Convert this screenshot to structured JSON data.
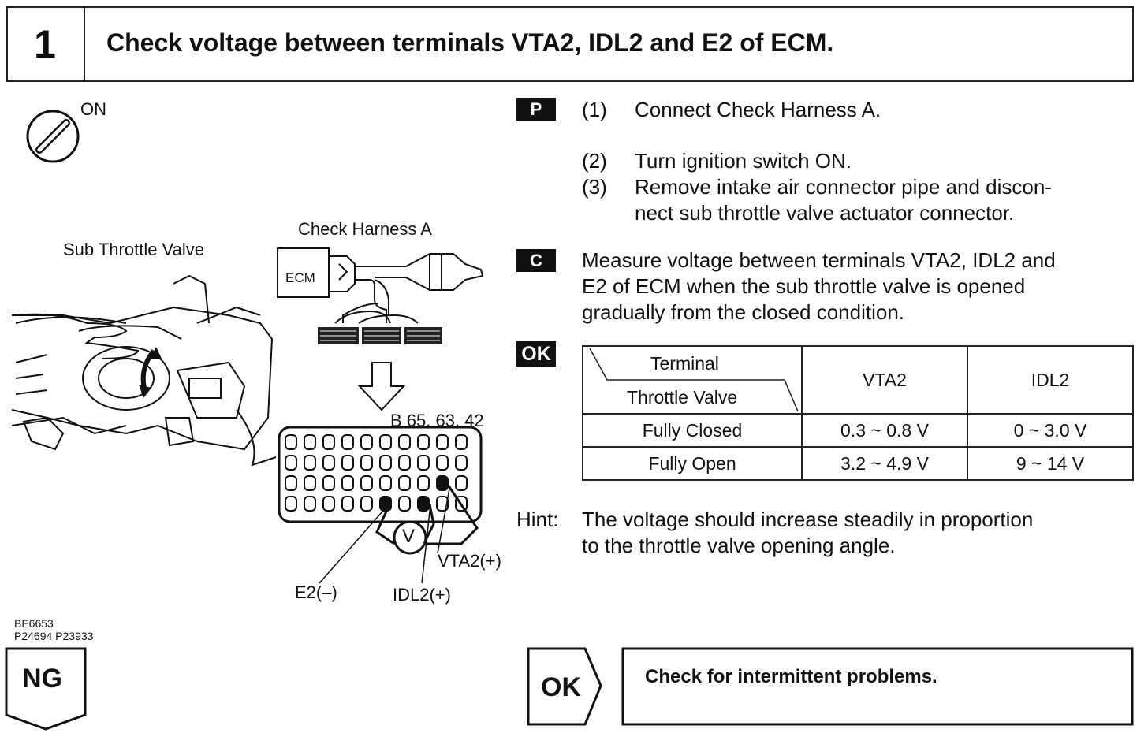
{
  "header": {
    "step_number": "1",
    "title": "Check voltage between terminals VTA2, IDL2 and E2 of ECM."
  },
  "figure": {
    "ignition_label": "ON",
    "sub_throttle_label": "Sub Throttle Valve",
    "harness_label": "Check Harness A",
    "ecm_label": "ECM",
    "connector_label": "B 65, 63, 42",
    "vta2_label": "VTA2(+)",
    "e2_label": "E2(–)",
    "idl2_label": "IDL2(+)",
    "meter_symbol": "V",
    "codes": [
      "BE6653",
      "P24694 P23933"
    ]
  },
  "steps": {
    "p_badge": "P",
    "s1_num": "(1)",
    "s1_text": "Connect Check Harness A.",
    "s2_num": "(2)",
    "s2_text": "Turn ignition switch ON.",
    "s3_num": "(3)",
    "s3_line1": "Remove intake air connector pipe and discon-",
    "s3_line2": "nect sub throttle valve actuator connector.",
    "c_badge": "C",
    "c_line1": "Measure voltage between terminals VTA2, IDL2 and",
    "c_line2": "E2 of ECM when the sub throttle valve is opened",
    "c_line3": "gradually from the closed condition.",
    "ok_badge": "OK"
  },
  "table": {
    "corner_top": "Terminal",
    "corner_bottom": "Throttle Valve",
    "headers": [
      "VTA2",
      "IDL2"
    ],
    "rows": [
      {
        "label": "Fully Closed",
        "vta2": "0.3 ~ 0.8 V",
        "idl2": "0 ~ 3.0 V"
      },
      {
        "label": "Fully Open",
        "vta2": "3.2 ~ 4.9 V",
        "idl2": "9 ~ 14 V"
      }
    ]
  },
  "hint": {
    "label": "Hint:",
    "line1": "The voltage should increase steadily in proportion",
    "line2": "to the throttle valve opening angle."
  },
  "results": {
    "ng": "NG",
    "ok": "OK",
    "ok_action": "Check for intermittent problems."
  }
}
